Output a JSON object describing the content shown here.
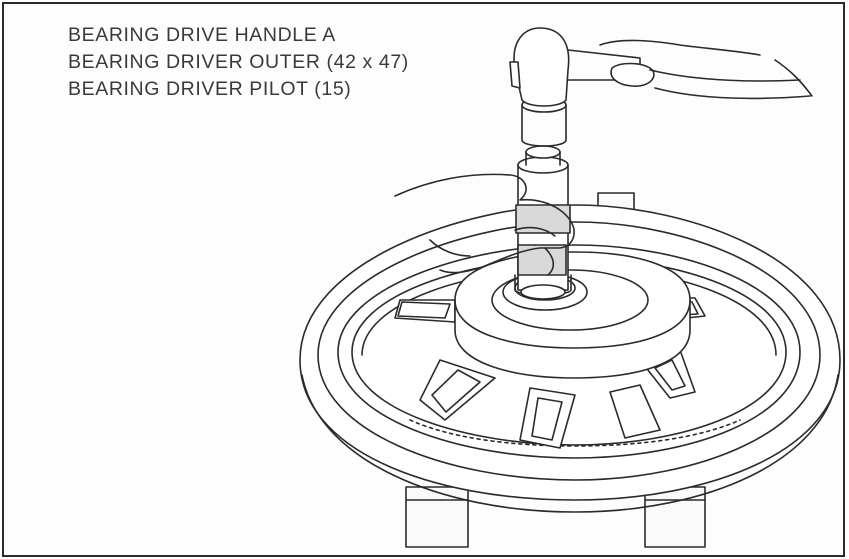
{
  "callouts": {
    "line1": "BEARING DRIVE HANDLE A",
    "line2": "BEARING DRIVER OUTER (42 x 47)",
    "line3": "BEARING DRIVER PILOT (15)"
  },
  "icons": [
    "hammer-icon",
    "hand-icon",
    "bearing-driver-icon",
    "wheel-icon",
    "wood-block-icon"
  ],
  "colors": {
    "ink": "#2b2b2b",
    "paper": "#fdfdfd"
  }
}
